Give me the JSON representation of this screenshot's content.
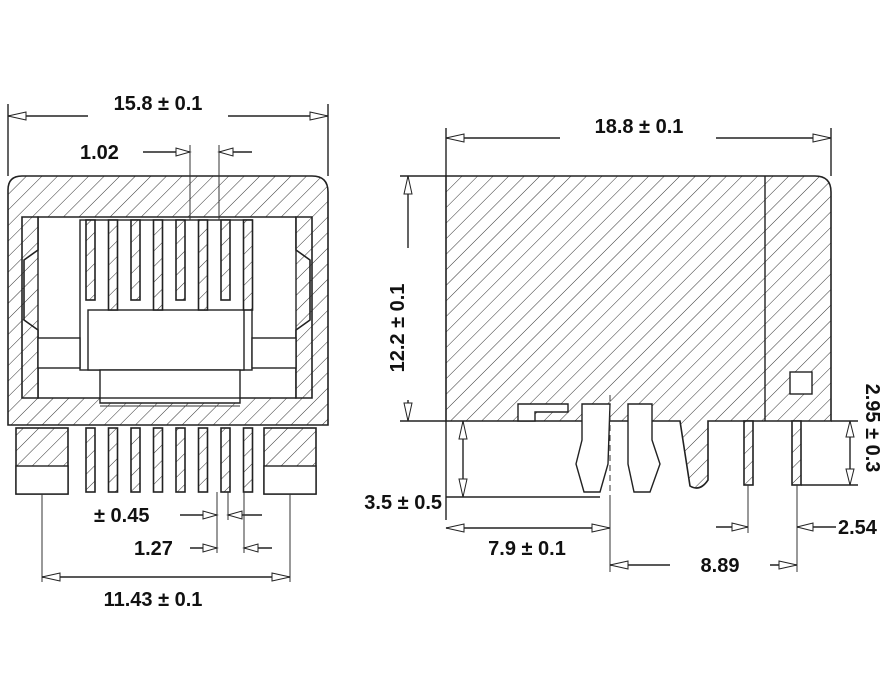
{
  "front_view": {
    "width_dim": "15.8 ± 0.1",
    "pin_width_dim": "1.02",
    "pin_thickness_dim": "± 0.45",
    "pin_pitch_dim": "1.27",
    "post_spacing_dim": "11.43 ± 0.1"
  },
  "side_view": {
    "depth_dim": "18.8 ± 0.1",
    "height_dim": "12.2 ± 0.1",
    "post_length_dim": "3.5 ± 0.5",
    "post_offset_dim": "7.9 ± 0.1",
    "post_to_pin_dim": "8.89",
    "pin_row_spacing_dim": "2.54",
    "pin_length_dim": "2.95 ± 0.3"
  },
  "colors": {
    "line": "#222222",
    "text": "#111111",
    "background": "#ffffff"
  }
}
